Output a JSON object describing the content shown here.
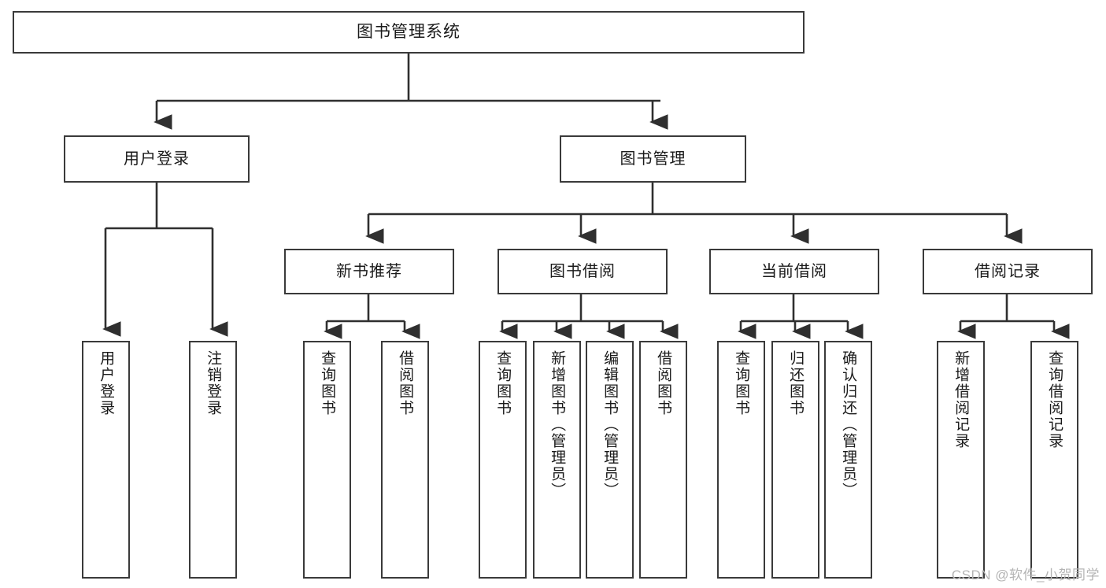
{
  "diagram": {
    "title": "图书管理系统",
    "type": "tree-hierarchy",
    "levels": {
      "root": {
        "label": "图书管理系统"
      },
      "level2": [
        {
          "label": "用户登录"
        },
        {
          "label": "图书管理"
        }
      ],
      "level3": [
        {
          "label": "新书推荐"
        },
        {
          "label": "图书借阅"
        },
        {
          "label": "当前借阅"
        },
        {
          "label": "借阅记录"
        }
      ]
    },
    "leaves": {
      "user_login": [
        {
          "label": "用户登录"
        },
        {
          "label": "注销登录"
        }
      ],
      "new_book_recommend": [
        {
          "label": "查询图书"
        },
        {
          "label": "借阅图书"
        }
      ],
      "book_borrow": [
        {
          "label": "查询图书"
        },
        {
          "label": "新增图书（管理员）"
        },
        {
          "label": "编辑图书（管理员）"
        },
        {
          "label": "借阅图书"
        }
      ],
      "current_borrow": [
        {
          "label": "查询图书"
        },
        {
          "label": "归还图书"
        },
        {
          "label": "确认归还（管理员）"
        }
      ],
      "borrow_record": [
        {
          "label": "新增借阅记录"
        },
        {
          "label": "查询借阅记录"
        }
      ]
    }
  },
  "watermark": {
    "text": "CSDN @软件_小贺同学"
  },
  "colors": {
    "box_border": "#3a3a3a",
    "connector": "#2f2f2f",
    "text": "#1a1a1a",
    "background": "#ffffff",
    "watermark": "#b4b4b4"
  }
}
